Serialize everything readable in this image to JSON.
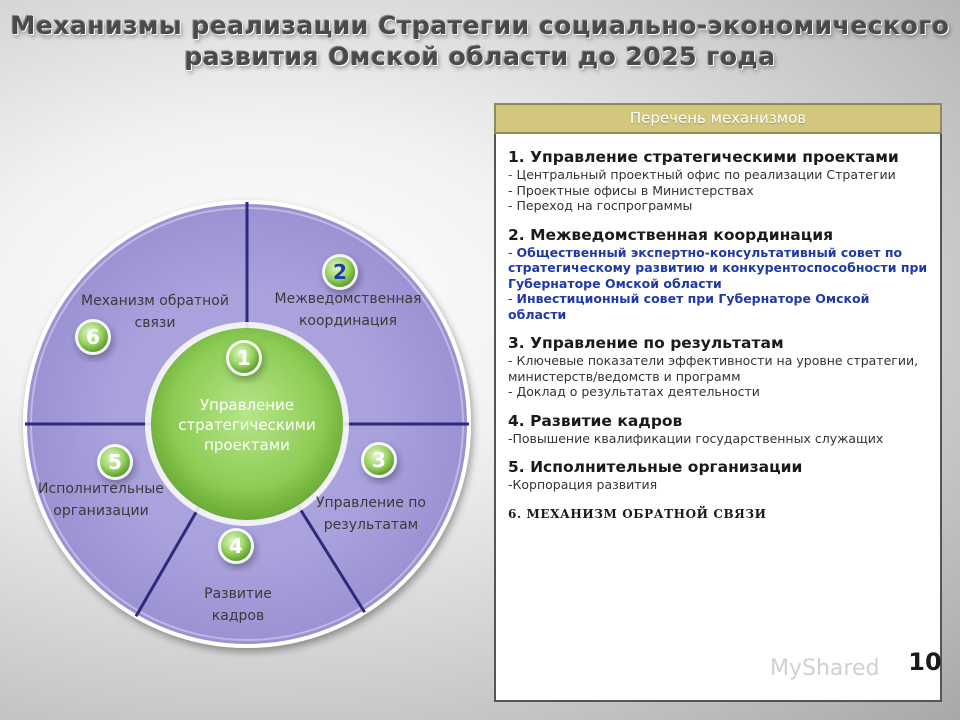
{
  "title_line1": "Механизмы реализации Стратегии социально-экономического",
  "title_line2": "развития Омской области до 2025 года",
  "diagram": {
    "center": {
      "number": "1",
      "lines": [
        "Управление",
        "стратегическими",
        "проектами"
      ]
    },
    "segments": [
      {
        "number": "2",
        "lines": [
          "Межведомственная",
          "координация"
        ]
      },
      {
        "number": "3",
        "lines": [
          "Управление по",
          "результатам"
        ]
      },
      {
        "number": "4",
        "lines": [
          "Развитие",
          "кадров"
        ]
      },
      {
        "number": "5",
        "lines": [
          "Исполнительные",
          "организации"
        ]
      },
      {
        "number": "6",
        "lines": [
          "Механизм обратной",
          "связи"
        ]
      }
    ],
    "colors": {
      "ring": "#a9a2dc",
      "ring_dark": "#8e86c8",
      "divider": "#2e2a7a",
      "center": "#8fcf55",
      "badge": "#8fcf55"
    }
  },
  "panel": {
    "header": "Перечень механизмов",
    "s1": {
      "title": "1. Управление стратегическими проектами",
      "i1": "Центральный проектный офис по реализации Стратегии",
      "i2": "- Проектные офисы в Министерствах",
      "i3": "- Переход на госпрограммы"
    },
    "s2": {
      "title": "2. Межведомственная координация",
      "i1": "Общественный экспертно-консультативный совет по стратегическому развитию и конкурентоспособности при Губернаторе Омской области",
      "i2": "Инвестиционный совет при Губернаторе Омской области"
    },
    "s3": {
      "title": "3. Управление по результатам",
      "i1": "Ключевые показатели эффективности на уровне стратегии, министерств/ведомств и программ",
      "i2": "- Доклад о результатах деятельности"
    },
    "s4": {
      "title": "4. Развитие кадров",
      "i1": "-Повышение квалификации государственных служащих"
    },
    "s5": {
      "title": "5. Исполнительные организации",
      "i1": "-Корпорация развития"
    },
    "s6": {
      "title": "6. МЕХАНИЗМ ОБРАТНОЙ СВЯЗИ"
    }
  },
  "page_number": "10",
  "watermark": "MyShared"
}
